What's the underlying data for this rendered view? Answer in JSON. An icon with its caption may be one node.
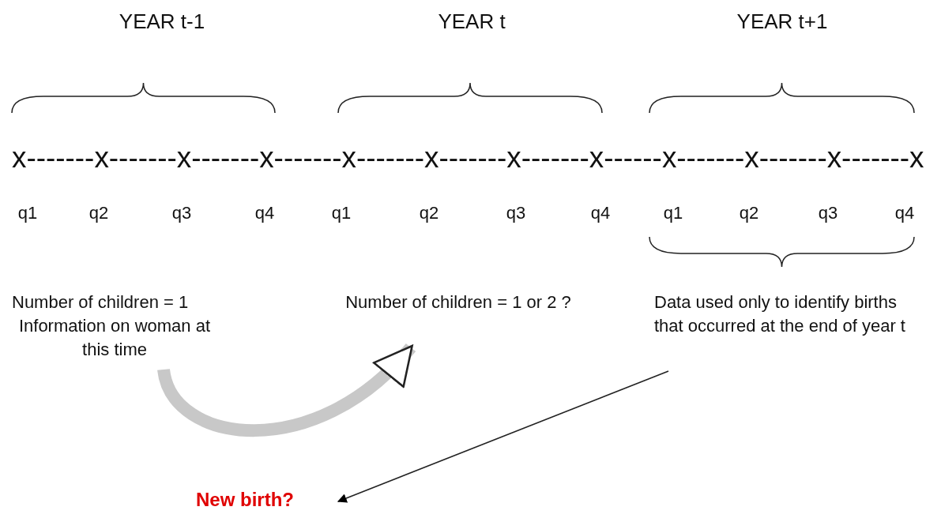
{
  "diagram": {
    "nodes": [
      {
        "text": [
          "Number of children = 1",
          "Information on woman at this time"
        ]
      },
      {
        "text": [
          "Number of children = 1 or 2 ?"
        ]
      },
      {
        "text": [
          "Data used only to identify births that occurred at the end of year t"
        ]
      },
      {
        "text": [
          "New birth?"
        ]
      }
    ],
    "edges": [
      {
        "from": 0,
        "to": 1,
        "arrow": "to",
        "style": "thick",
        "color": "#c8c8c8"
      },
      {
        "from": 2,
        "to": 3,
        "arrow": "to",
        "color": "#222222"
      }
    ],
    "labels": [
      "YEAR t-1",
      "YEAR t",
      "YEAR t+1",
      "x-------x-------x-------x-------x-------x-------x-------x------x-------x-------x-------x",
      "q1",
      "q2",
      "q3",
      "q4",
      "q1",
      "q2",
      "q3",
      "q4",
      "q1",
      "q2",
      "q3",
      "q4"
    ]
  }
}
